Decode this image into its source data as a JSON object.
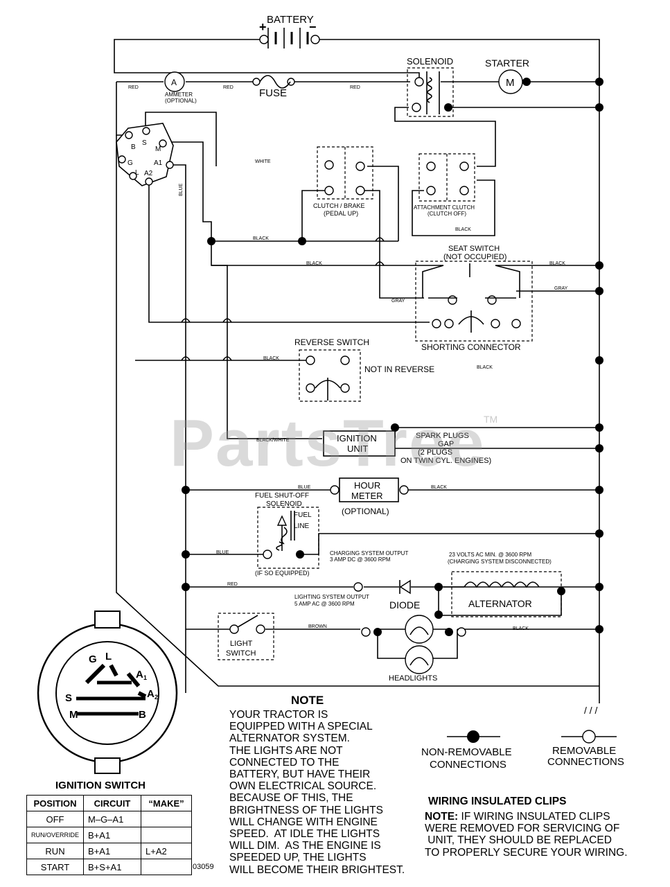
{
  "watermark": {
    "text": "PartsTree",
    "tm": "TM"
  },
  "labels": {
    "battery": "BATTERY",
    "plus": "+",
    "minus": "−",
    "solenoid": "SOLENOID",
    "starter": "STARTER",
    "starter_m": "M",
    "ammeter_a": "A",
    "ammeter": "AMMETER",
    "ammeter_opt": "(OPTIONAL)",
    "fuse": "FUSE",
    "red1": "RED",
    "red2": "RED",
    "red3": "RED",
    "red_bottom": "RED",
    "white": "WHITE",
    "blue_v": "BLUE",
    "ign_b": "B",
    "ign_s": "S",
    "ign_m": "M",
    "ign_g": "G",
    "ign_l": "L",
    "ign_a1": "A1",
    "ign_a2": "A2",
    "clutch1": "CLUTCH / BRAKE",
    "clutch2": "(PEDAL UP)",
    "attach1": "ATTACHMENT CLUTCH",
    "attach2": "(CLUTCH OFF)",
    "black1": "BLACK",
    "black_attach": "BLACK",
    "black2": "BLACK",
    "black3": "BLACK",
    "black_rev": "BLACK",
    "black_mid": "BLACK",
    "seat1": "SEAT SWITCH",
    "seat2": "(NOT OCCUPIED)",
    "gray1": "GRAY",
    "gray2": "GRAY",
    "shorting": "SHORTING CONNECTOR",
    "reverse": "REVERSE SWITCH",
    "not_reverse": "NOT IN REVERSE",
    "black_white": "BLACK/WHITE",
    "ign_unit1": "IGNITION",
    "ign_unit2": "UNIT",
    "spark1": "SPARK PLUGS",
    "spark2": "GAP",
    "spark3": "(2 PLUGS",
    "spark4": "ON TWIN CYL. ENGINES)",
    "blue_hour": "BLUE",
    "hour1": "HOUR",
    "hour2": "METER",
    "hour_opt": "(OPTIONAL)",
    "black_hour": "BLACK",
    "fuel1": "FUEL SHUT-OFF",
    "fuel2": "SOLENOID",
    "fuel_line1": "FUEL",
    "fuel_line2": "LINE",
    "blue_fuel": "BLUE",
    "if_equipped": "(IF SO EQUIPPED)",
    "charging1": "CHARGING SYSTEM OUTPUT",
    "charging2": "3 AMP DC @ 3600 RPM",
    "volts1": "23 VOLTS AC MIN. @ 3600 RPM",
    "volts2": "(CHARGING SYSTEM DISCONNECTED)",
    "lighting1": "LIGHTING SYSTEM OUTPUT",
    "lighting2": "5 AMP AC @ 3600 RPM",
    "diode": "DIODE",
    "alternator": "ALTERNATOR",
    "brown": "BROWN",
    "black_light": "BLACK",
    "light1": "LIGHT",
    "light2": "SWITCH",
    "headlights": "HEADLIGHTS",
    "sw_g": "G",
    "sw_l": "L",
    "sw_a1": "A",
    "sw_a1_sub": "1",
    "sw_s": "S",
    "sw_a2": "A",
    "sw_a2_sub": "2",
    "sw_m": "M",
    "sw_b": "B",
    "ignition_switch": "IGNITION SWITCH",
    "non_removable1": "NON-REMOVABLE",
    "non_removable2": "CONNECTIONS",
    "removable1": "REMOVABLE",
    "removable2": "CONNECTIONS",
    "clip_marks": "/ / /",
    "part_no": "03059"
  },
  "note": {
    "title": "NOTE",
    "body": "YOUR TRACTOR IS\nEQUIPPED WITH A SPECIAL\nALTERNATOR SYSTEM.\nTHE LIGHTS ARE NOT\nCONNECTED TO THE\nBATTERY, BUT HAVE THEIR\nOWN ELECTRICAL SOURCE.\nBECAUSE OF THIS, THE\nBRIGHTNESS OF THE LIGHTS\nWILL CHANGE WITH ENGINE\nSPEED.  AT IDLE THE LIGHTS\nWILL DIM.  AS THE ENGINE IS\nSPEEDED UP, THE LIGHTS\nWILL BECOME THEIR BRIGHTEST."
  },
  "clips_note": {
    "title": "WIRING INSULATED CLIPS",
    "lead": "NOTE:",
    "body_first": " IF WIRING INSULATED CLIPS",
    "body_rest": "WERE REMOVED FOR SERVICING OF\n UNIT, THEY SHOULD BE REPLACED\nTO PROPERLY SECURE YOUR WIRING."
  },
  "table": {
    "headers": [
      "POSITION",
      "CIRCUIT",
      "“MAKE”"
    ],
    "rows": [
      {
        "position": "OFF",
        "circuit": "M–G–A1",
        "circuit2": ""
      },
      {
        "position": "RUN/OVERRIDE",
        "circuit": "B+A1",
        "circuit2": ""
      },
      {
        "position": "RUN",
        "circuit": "B+A1",
        "circuit2": "L+A2"
      },
      {
        "position": "START",
        "circuit": "B+S+A1",
        "circuit2": ""
      }
    ]
  }
}
